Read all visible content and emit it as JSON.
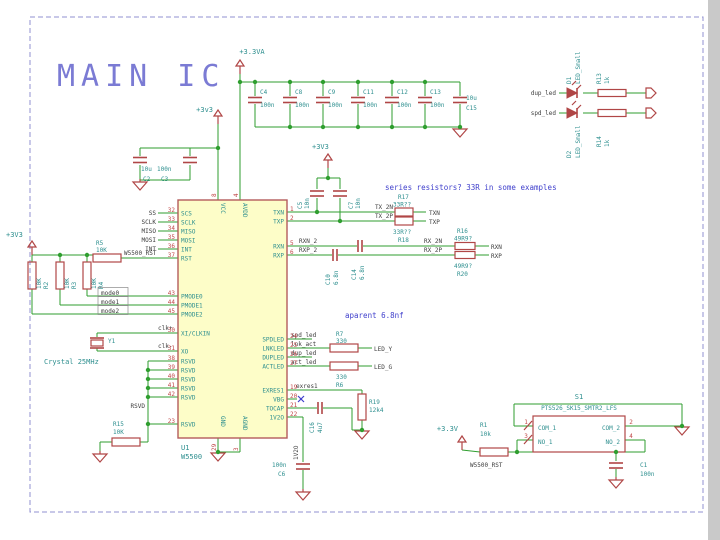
{
  "title": "MAIN IC",
  "power": {
    "main": "+3.3VA",
    "vcc": "+3v3",
    "pullups": "+3V3",
    "tx": "+3V3"
  },
  "chip": {
    "ref": "U1",
    "part": "W5500",
    "left_pins": [
      {
        "num": "32",
        "name": "SCS"
      },
      {
        "num": "33",
        "name": "SCLK"
      },
      {
        "num": "34",
        "name": "MISO"
      },
      {
        "num": "35",
        "name": "MOSI"
      },
      {
        "num": "36",
        "name": "INT"
      },
      {
        "num": "37",
        "name": "RST"
      },
      {
        "num": "43",
        "name": "PMODE0"
      },
      {
        "num": "44",
        "name": "PMODE1"
      },
      {
        "num": "45",
        "name": "PMODE2"
      },
      {
        "num": "30",
        "name": "XI/CLKIN"
      },
      {
        "num": "31",
        "name": "XO"
      },
      {
        "num": "38",
        "name": "RSVD"
      },
      {
        "num": "39",
        "name": "RSVD"
      },
      {
        "num": "40",
        "name": "RSVD"
      },
      {
        "num": "41",
        "name": "RSVD"
      },
      {
        "num": "42",
        "name": "RSVD"
      },
      {
        "num": "23",
        "name": "RSVD"
      }
    ],
    "right_pins": [
      {
        "num": "1",
        "name": "TXN"
      },
      {
        "num": "2",
        "name": "TXP"
      },
      {
        "num": "5",
        "name": "RXN"
      },
      {
        "num": "6",
        "name": "RXP"
      },
      {
        "num": "24",
        "name": "SPDLED"
      },
      {
        "num": "25",
        "name": "LNKLED"
      },
      {
        "num": "26",
        "name": "DUPLED"
      },
      {
        "num": "27",
        "name": "ACTLED"
      },
      {
        "num": "19",
        "name": "EXRES1"
      },
      {
        "num": "20",
        "name": "VBG"
      },
      {
        "num": "21",
        "name": "TOCAP"
      },
      {
        "num": "22",
        "name": "1V2O"
      }
    ],
    "top_pins": [
      {
        "num": "8",
        "name": "VCC"
      },
      {
        "num": "4",
        "name": "AVDD"
      }
    ],
    "bottom_pins": [
      {
        "num": "29",
        "name": "GND"
      },
      {
        "num": "3",
        "name": "AGND"
      }
    ]
  },
  "decoupling": {
    "caps": [
      {
        "ref": "C4",
        "value": "100n"
      },
      {
        "ref": "C8",
        "value": "100n"
      },
      {
        "ref": "C9",
        "value": "100n"
      },
      {
        "ref": "C11",
        "value": "100n"
      },
      {
        "ref": "C12",
        "value": "100n"
      },
      {
        "ref": "C13",
        "value": "100n"
      }
    ],
    "bulk": {
      "ref": "C15",
      "value": "10u"
    }
  },
  "vcc_caps": {
    "c2": {
      "ref": "C2",
      "value": "10u"
    },
    "c3": {
      "ref": "C3",
      "value": "100n"
    }
  },
  "pullups": {
    "r2": {
      "ref": "R2",
      "value": "10K"
    },
    "r3": {
      "ref": "R3",
      "value": "10K"
    },
    "r4": {
      "ref": "R4",
      "value": "10K"
    },
    "r5": {
      "ref": "R5",
      "value": "10K"
    }
  },
  "spi": {
    "ss": "SS",
    "sclk": "SCLK",
    "miso": "MISO",
    "mosi": "MOSI",
    "int": "INT",
    "rst": "W5500_RST"
  },
  "modes": {
    "m0": "mode0",
    "m1": "mode1",
    "m2": "mode2"
  },
  "clock": {
    "y1": "Y1",
    "part": "Crystal 25MHz",
    "clkp": "clk+",
    "clkm": "clk-"
  },
  "rsvd": {
    "label": "RSVD",
    "r15": {
      "ref": "R15",
      "value": "10K"
    }
  },
  "tx": {
    "n2": "TX_2N",
    "p2": "TX_2P",
    "n": "TXN",
    "p": "TXP",
    "r17": {
      "ref": "R17",
      "value": "33R??"
    },
    "r18": {
      "ref": "R18",
      "value": "33R??"
    },
    "c5": {
      "ref": "C5",
      "value": "10n"
    },
    "c7": {
      "ref": "C7",
      "value": "10n"
    }
  },
  "rx": {
    "n2": "RXN_2",
    "p2": "RXP_2",
    "n_mid": "RX_2N",
    "p_mid": "RX_2P",
    "n": "RXN",
    "p": "RXP",
    "c14": {
      "ref": "C14",
      "value": "6.8n"
    },
    "c10": {
      "ref": "C10",
      "value": "6.8n"
    },
    "r16": {
      "ref": "R16",
      "value": "49R9?"
    },
    "r20": {
      "ref": "R20",
      "value": "49R9?"
    }
  },
  "notes": {
    "series": "series resistors? 33R in some examples",
    "cap": "aparent 6.8nf"
  },
  "status_leds": {
    "spd": "spd_led",
    "lnk": "lnk_act",
    "dup": "dup_led",
    "act": "act_led",
    "led_y": "LED_Y",
    "led_g": "LED_G",
    "r7": {
      "ref": "R7",
      "value": "330"
    },
    "r6": {
      "ref": "R6",
      "value": "330"
    }
  },
  "analog": {
    "exres": "exres1",
    "r19": {
      "ref": "R19",
      "value": "12k4"
    },
    "c16": {
      "ref": "C16",
      "value": "4u7"
    },
    "v12": "1V2O",
    "c6": {
      "ref": "C6",
      "value": "100n"
    }
  },
  "led_drivers": {
    "dup": "dup_led",
    "spd": "spd_led",
    "d1": {
      "ref": "D1",
      "value": "LED_Small"
    },
    "d2": {
      "ref": "D2",
      "value": "LED_Small"
    },
    "r13": {
      "ref": "R13",
      "value": "1k"
    },
    "r14": {
      "ref": "R14",
      "value": "1k"
    }
  },
  "reset_sw": {
    "ref": "S1",
    "part": "PTS526_SK15_SMTR2_LFS",
    "com1": "COM_1",
    "com2": "COM_2",
    "no1": "NO_1",
    "no2": "NO_2",
    "p1": "1",
    "p2": "2",
    "p3": "3",
    "p4": "4",
    "r1": {
      "ref": "R1",
      "value": "10k"
    },
    "c1": {
      "ref": "C1",
      "value": "100n"
    },
    "rst": "W5500_RST",
    "pwr": "+3.3V"
  }
}
